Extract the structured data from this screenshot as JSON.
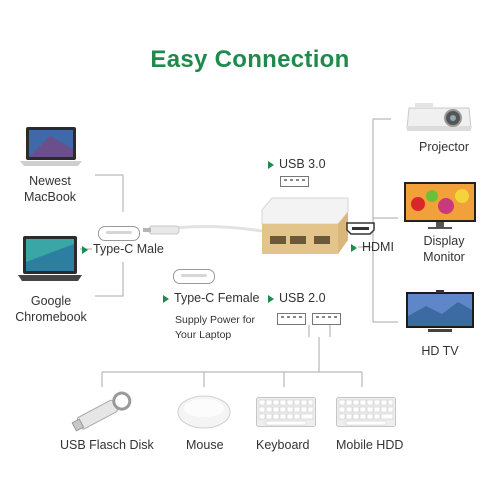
{
  "title": "Easy Connection",
  "labels": {
    "macbook": "Newest\nMacBook",
    "chromebook": "Google\nChromebook",
    "type_c_male": "Type-C Male",
    "type_c_female": "Type-C Female",
    "supply_power": "Supply Power for\nYour Laptop",
    "usb3": "USB 3.0",
    "usb2": "USB 2.0",
    "hdmi": "HDMI",
    "projector": "Projector",
    "display_monitor": "Display\nMonitor",
    "hd_tv": "HD TV",
    "usb_flash_disk": "USB Flasch Disk",
    "mouse": "Mouse",
    "keyboard": "Keyboard",
    "mobile_hdd": "Mobile HDD"
  },
  "colors": {
    "title": "#1e8a4c",
    "accent": "#1e8a4c",
    "hub_gold": "#d9b77a",
    "lines": "#a8a8a8"
  },
  "icons": [
    "laptop-icon",
    "chromebook-icon",
    "usb-c-port-icon",
    "hub-adapter-icon",
    "usb-a-port-icon",
    "hdmi-port-icon",
    "projector-icon",
    "monitor-icon",
    "tv-icon",
    "flash-drive-icon",
    "mouse-icon",
    "keyboard-icon",
    "hdd-icon"
  ]
}
